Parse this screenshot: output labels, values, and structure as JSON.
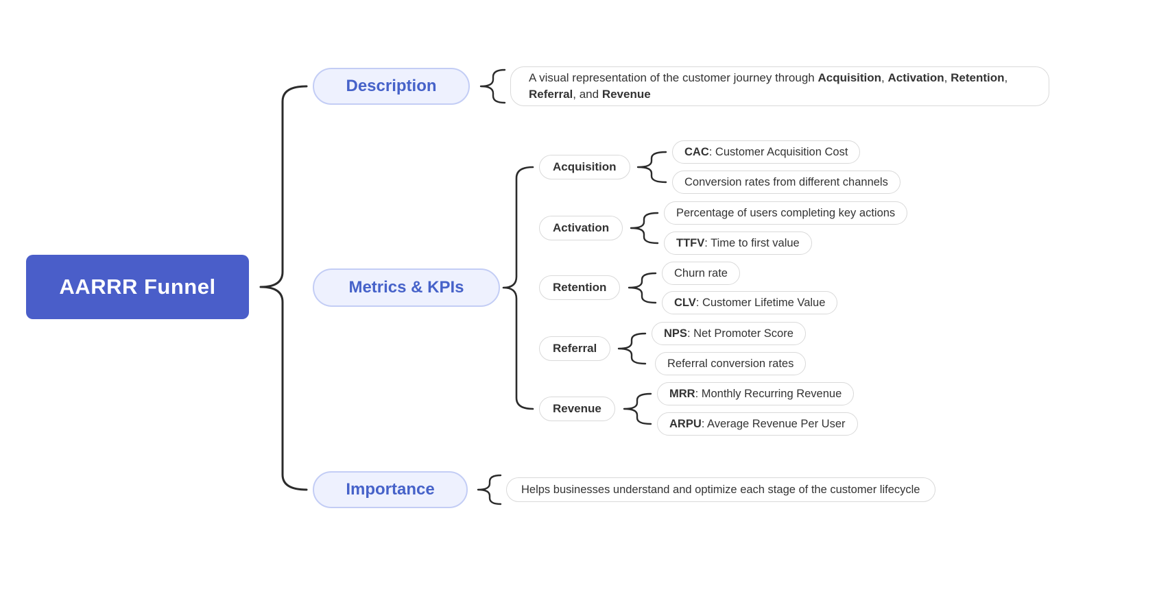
{
  "root": {
    "label": "AARRR Funnel"
  },
  "branches": {
    "description": {
      "label": "Description",
      "leaf_segments": [
        {
          "t": "A visual representation of the customer journey through ",
          "b": false
        },
        {
          "t": "Acquisition",
          "b": true
        },
        {
          "t": ", ",
          "b": false
        },
        {
          "t": "Activation",
          "b": true
        },
        {
          "t": ", ",
          "b": false
        },
        {
          "t": "Retention",
          "b": true
        },
        {
          "t": ", ",
          "b": false
        },
        {
          "t": "Referral",
          "b": true
        },
        {
          "t": ", and ",
          "b": false
        },
        {
          "t": "Revenue",
          "b": true
        }
      ]
    },
    "metrics": {
      "label": "Metrics & KPIs",
      "children": [
        {
          "label": "Acquisition",
          "leaves": [
            {
              "bold": "CAC",
              "rest": ": Customer Acquisition Cost"
            },
            {
              "bold": "",
              "rest": "Conversion rates from different channels"
            }
          ]
        },
        {
          "label": "Activation",
          "leaves": [
            {
              "bold": "",
              "rest": "Percentage of users completing key actions"
            },
            {
              "bold": "TTFV",
              "rest": ": Time to first value"
            }
          ]
        },
        {
          "label": "Retention",
          "leaves": [
            {
              "bold": "",
              "rest": "Churn rate"
            },
            {
              "bold": "CLV",
              "rest": ": Customer Lifetime Value"
            }
          ]
        },
        {
          "label": "Referral",
          "leaves": [
            {
              "bold": "NPS",
              "rest": ": Net Promoter Score"
            },
            {
              "bold": "",
              "rest": "Referral conversion rates"
            }
          ]
        },
        {
          "label": "Revenue",
          "leaves": [
            {
              "bold": "MRR",
              "rest": ": Monthly Recurring Revenue"
            },
            {
              "bold": "ARPU",
              "rest": ": Average Revenue Per User"
            }
          ]
        }
      ]
    },
    "importance": {
      "label": "Importance",
      "leaf": "Helps businesses understand and optimize each stage of the customer lifecycle"
    }
  },
  "colors": {
    "root_bg": "#4a5ec9",
    "root_text": "#ffffff",
    "branch_bg": "#eef1fe",
    "branch_border": "#c3cdf5",
    "branch_text": "#4662c9",
    "node_border": "#d9d9d9",
    "node_text": "#333333",
    "connector": "#2b2b2b"
  }
}
